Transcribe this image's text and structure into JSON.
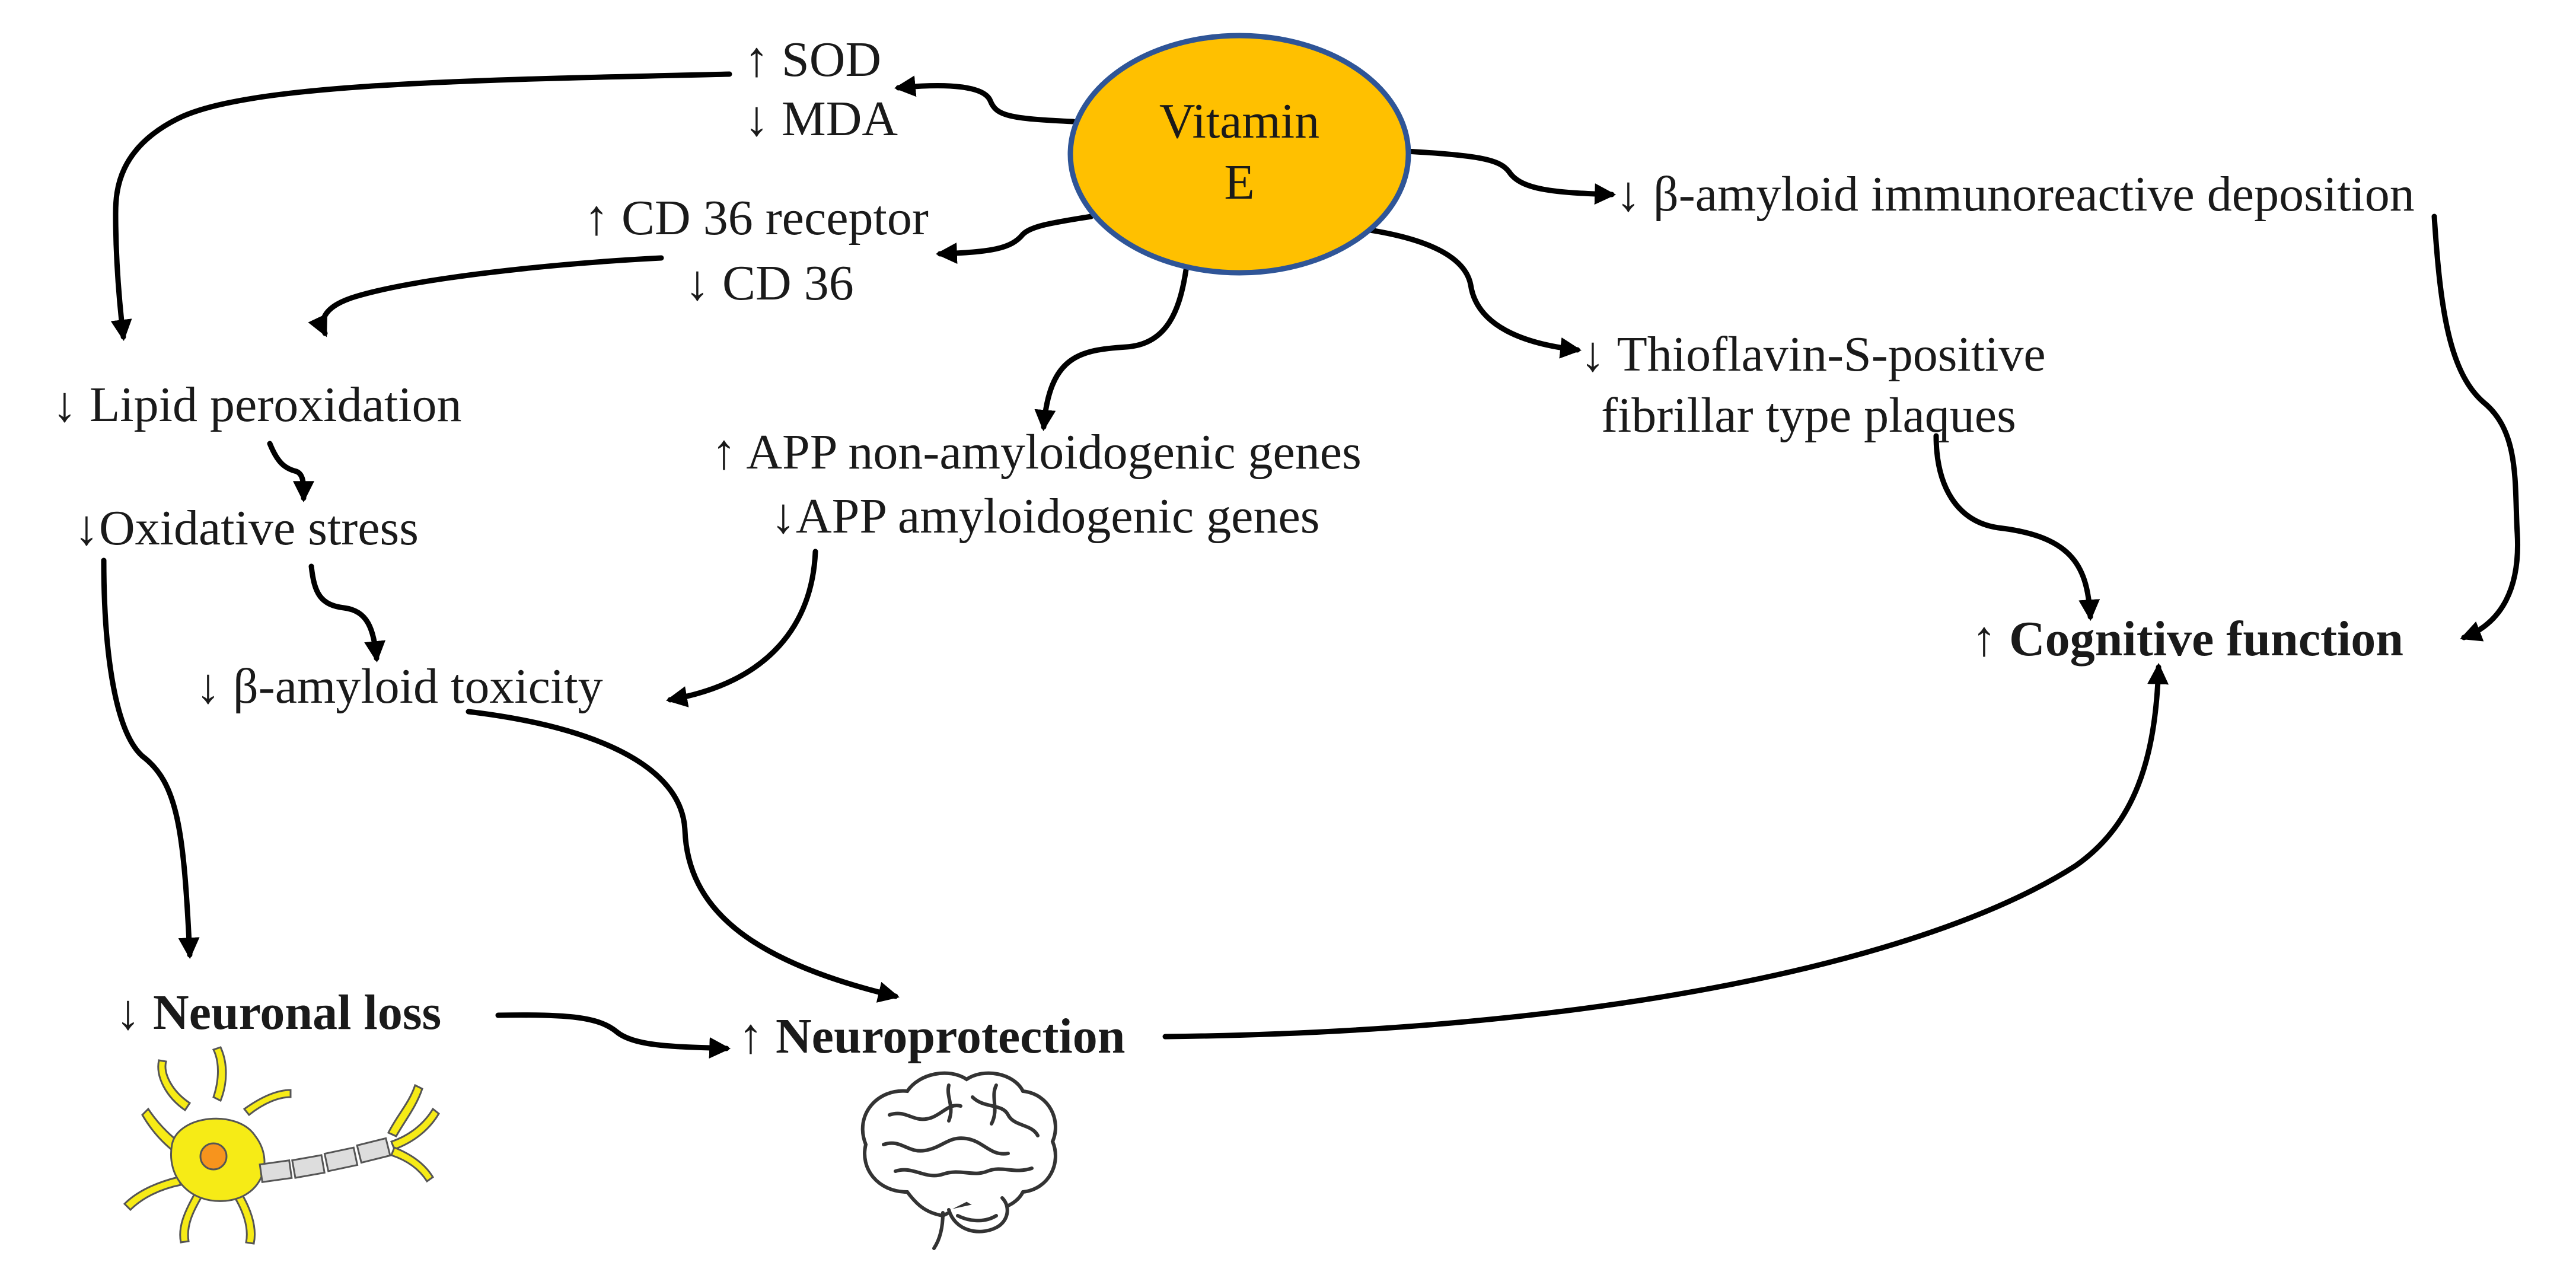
{
  "center": {
    "line1": "Vitamin",
    "line2": "E"
  },
  "nodes": {
    "sod_up": "↑ SOD",
    "mda_down": "↓ MDA",
    "cd36_receptor_up": "↑ CD 36 receptor",
    "cd36_down": "↓ CD 36",
    "lipid_peroxidation": "↓ Lipid peroxidation",
    "oxidative_stress": "↓Oxidative stress",
    "amyloid_toxicity": "↓ β-amyloid toxicity",
    "app_nonamyloidogenic": "↑ APP non-amyloidogenic genes",
    "app_amyloidogenic": "↓APP amyloidogenic genes",
    "amyloid_deposition": "↓ β-amyloid immunoreactive deposition",
    "thioflavin_line1": "↓ Thioflavin-S-positive",
    "thioflavin_line2": "fibrillar type plaques",
    "cognitive_function": "↑ Cognitive function",
    "neuronal_loss": "↓ Neuronal loss",
    "neuroprotection": "↑ Neuroprotection"
  },
  "colors": {
    "vitamin_fill": "#FFC000",
    "vitamin_stroke": "#2F5597",
    "arrow": "#000000",
    "neuron_body": "#F6EB16",
    "neuron_nucleus": "#F7941D",
    "brain_outline": "#333333"
  },
  "icons": [
    "neuron-icon",
    "brain-icon"
  ]
}
